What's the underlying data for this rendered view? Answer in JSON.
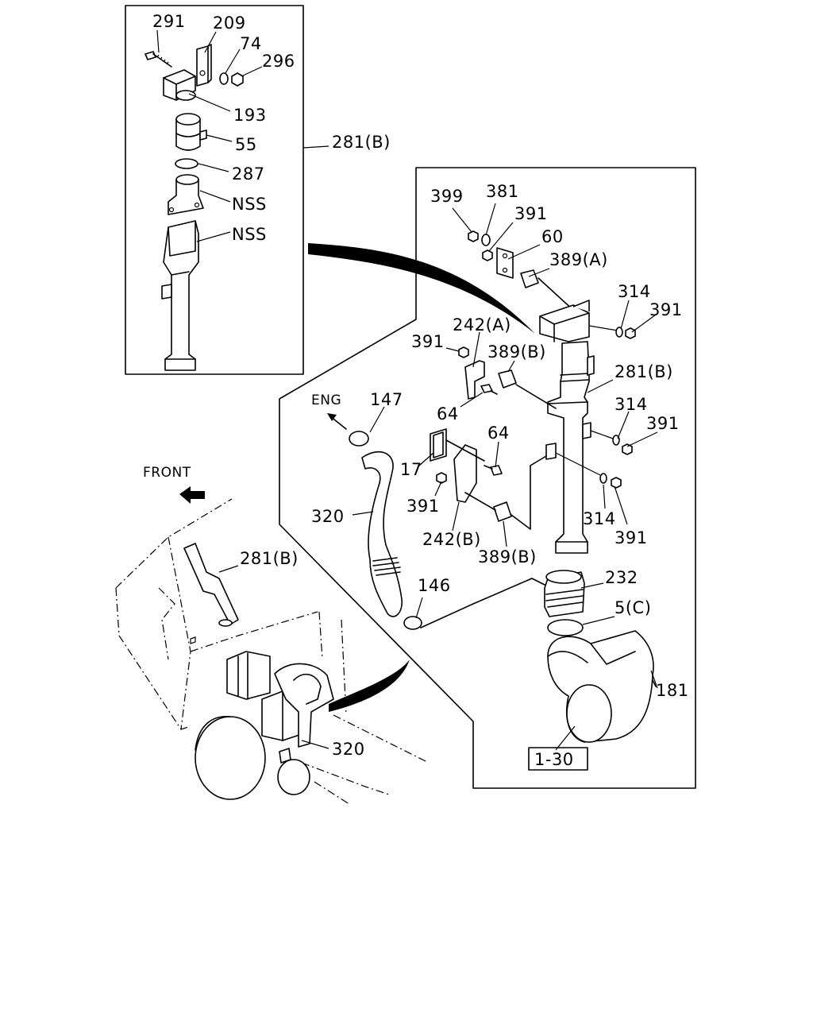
{
  "callouts": {
    "c291": "291",
    "c209": "209",
    "c74": "74",
    "c296": "296",
    "c193": "193",
    "c55": "55",
    "c287": "287",
    "nss1": "NSS",
    "nss2": "NSS",
    "c281b_top": "281(B)",
    "c399": "399",
    "c381": "381",
    "c391_a": "391",
    "c60": "60",
    "c389a": "389(A)",
    "c314_a": "314",
    "c391_b": "391",
    "c242a": "242(A)",
    "c391_c": "391",
    "c389b_a": "389(B)",
    "c281b_mid": "281(B)",
    "c147": "147",
    "c64_a": "64",
    "c314_b": "314",
    "c391_d": "391",
    "c64_b": "64",
    "c17": "17",
    "c391_e": "391",
    "c320_a": "320",
    "c314_c": "314",
    "c391_f": "391",
    "c242b": "242(B)",
    "c389b_b": "389(B)",
    "c232": "232",
    "c146": "146",
    "c5c": "5(C)",
    "c181": "181",
    "c130": "1-30",
    "c281b_low": "281(B)",
    "c320_b": "320"
  },
  "direction_labels": {
    "eng": "ENG",
    "front": "FRONT"
  },
  "icons": [
    "arrow-front-icon",
    "arrow-eng-icon"
  ]
}
